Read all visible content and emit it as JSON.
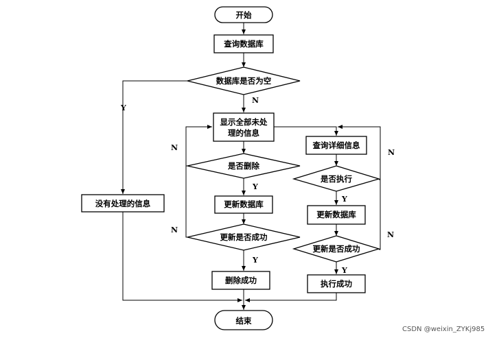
{
  "nodes": {
    "start": "开始",
    "query_db": "查询数据库",
    "db_empty": "数据库是否为空",
    "show_line1": "显示全部未处",
    "show_line2": "理的信息",
    "is_delete": "是否删除",
    "update_db_left": "更新数据库",
    "update_ok_left": "更新是否成功",
    "delete_ok": "删除成功",
    "query_detail": "查询详细信息",
    "is_execute": "是否执行",
    "update_db_right": "更新数据库",
    "update_ok_right": "更新是否成功",
    "execute_ok": "执行成功",
    "no_unprocessed": "没有处理的信息",
    "end": "结束"
  },
  "labels": {
    "yes": "Y",
    "no": "N"
  },
  "watermark": "CSDN @weixin_ZYKj985"
}
